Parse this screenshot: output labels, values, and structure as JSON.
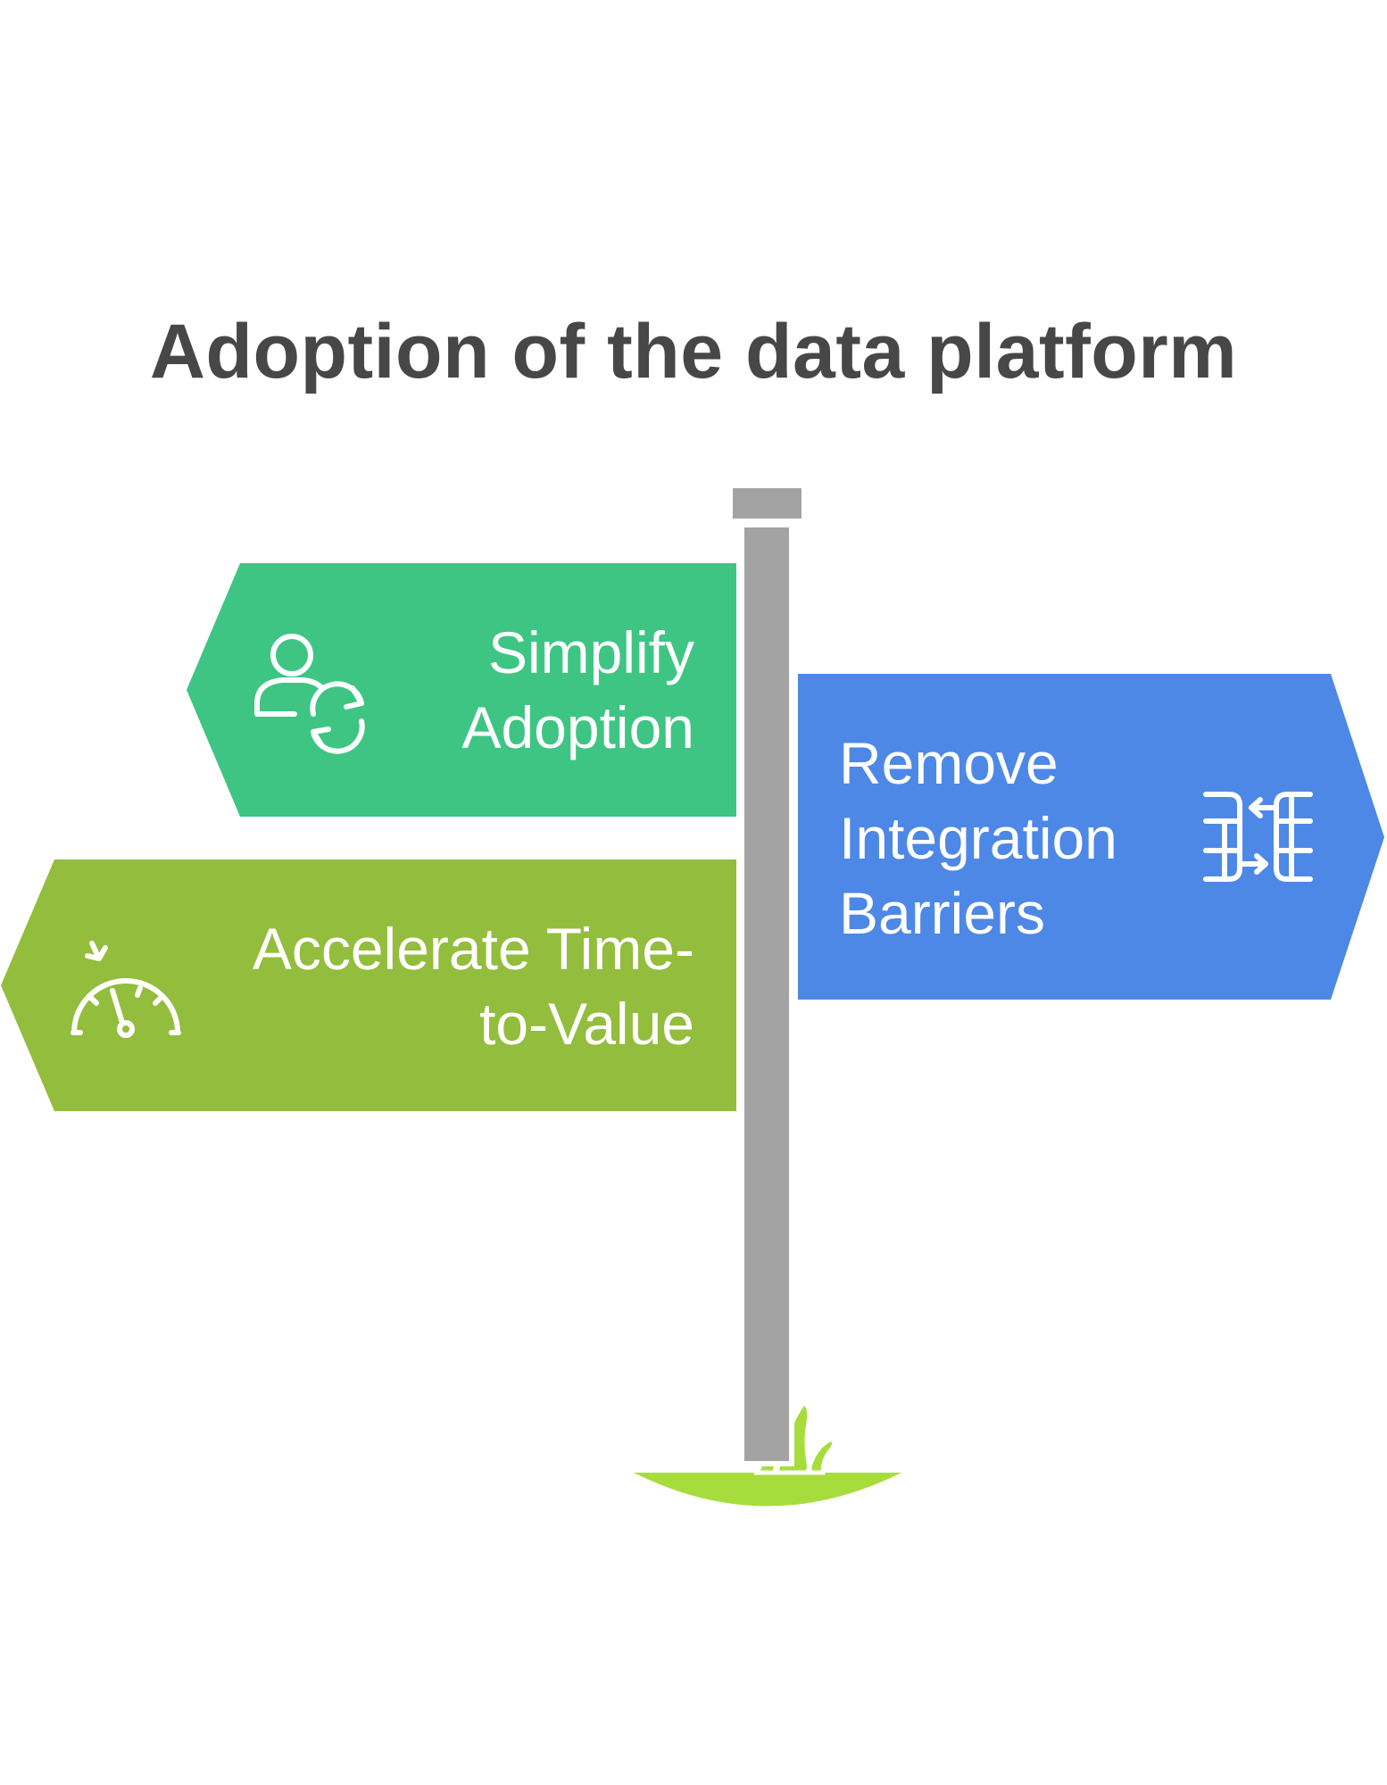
{
  "title": "Adoption of the data platform",
  "colors": {
    "title": "#474747",
    "post": "#a3a3a3",
    "post_cap": "#a3a3a3",
    "grass": "#a6dd3c",
    "sign_simplify": "#3ec584",
    "sign_integration": "#4d88e6",
    "sign_accelerate": "#93bd3c",
    "icon_stroke": "#ffffff"
  },
  "signs": [
    {
      "id": "simplify",
      "direction": "left",
      "lines": [
        "Simplify",
        "Adoption"
      ],
      "icon": "user-sync-icon"
    },
    {
      "id": "integration",
      "direction": "right",
      "lines": [
        "Remove",
        "Integration",
        "Barriers"
      ],
      "icon": "data-transfer-icon"
    },
    {
      "id": "accelerate",
      "direction": "left",
      "lines": [
        "Accelerate Time-",
        "to-Value"
      ],
      "icon": "speedometer-icon"
    }
  ]
}
